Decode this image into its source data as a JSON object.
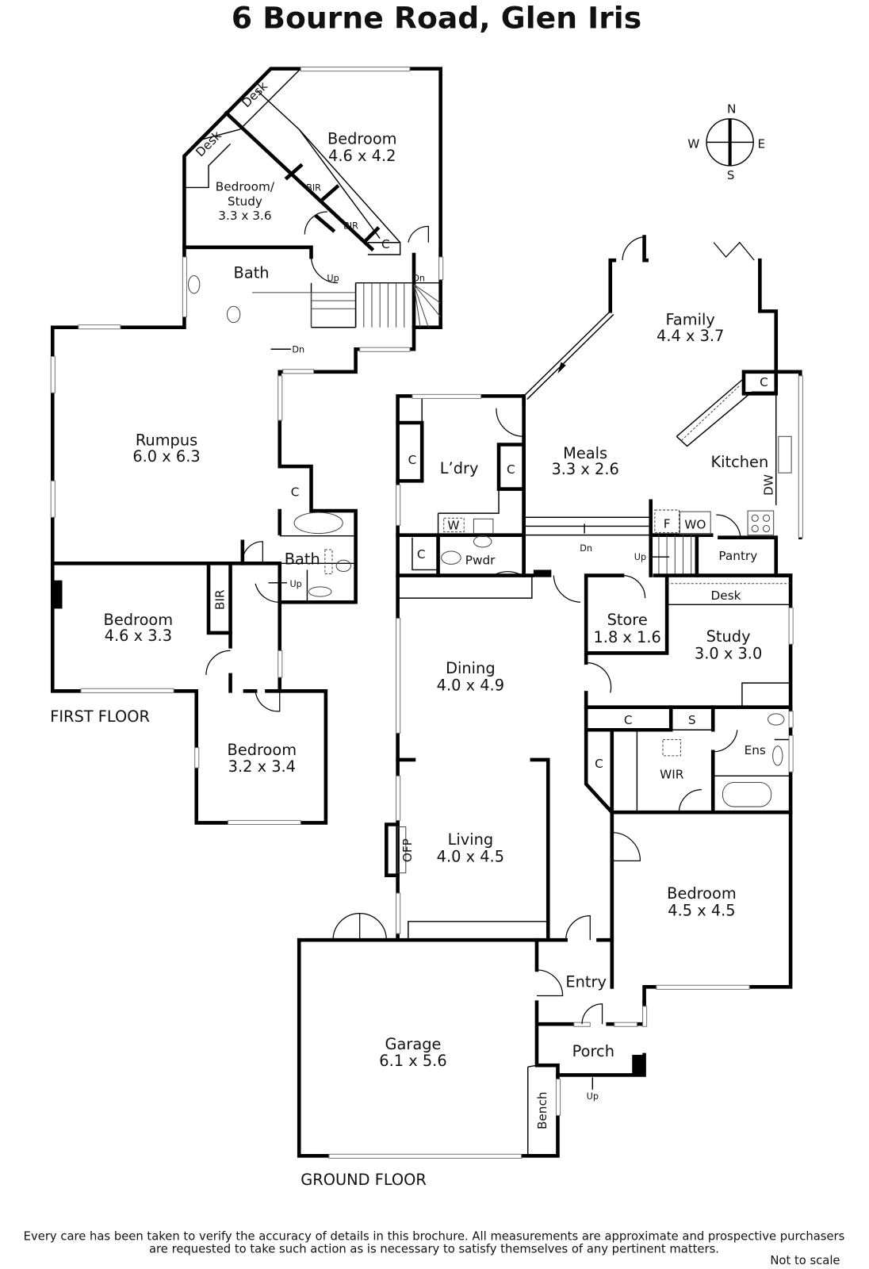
{
  "title": "6 Bourne Road, Glen Iris",
  "floors": {
    "first": "FIRST FLOOR",
    "ground": "GROUND FLOOR"
  },
  "compass": {
    "n": "N",
    "e": "E",
    "s": "S",
    "w": "W"
  },
  "rooms": {
    "bedroom_top": {
      "name": "Bedroom",
      "size": "4.6 x 4.2"
    },
    "bedroom_study": {
      "name": "Bedroom/",
      "name2": "Study",
      "size": "3.3 x 3.6"
    },
    "bath_top": {
      "name": "Bath"
    },
    "rumpus": {
      "name": "Rumpus",
      "size": "6.0 x 6.3"
    },
    "bath_first": {
      "name": "Bath"
    },
    "bedroom_46": {
      "name": "Bedroom",
      "size": "4.6 x 3.3"
    },
    "bedroom_32": {
      "name": "Bedroom",
      "size": "3.2 x 3.4"
    },
    "family": {
      "name": "Family",
      "size": "4.4 x 3.7"
    },
    "meals": {
      "name": "Meals",
      "size": "3.3 x 2.6"
    },
    "laundry": {
      "name": "L’dry"
    },
    "kitchen": {
      "name": "Kitchen"
    },
    "powder": {
      "name": "Pwdr"
    },
    "pantry": {
      "name": "Pantry"
    },
    "store": {
      "name": "Store",
      "size": "1.8 x 1.6"
    },
    "study": {
      "name": "Study",
      "size": "3.0 x 3.0"
    },
    "dining": {
      "name": "Dining",
      "size": "4.0 x 4.9"
    },
    "living": {
      "name": "Living",
      "size": "4.0 x 4.5"
    },
    "wir": {
      "name": "WIR"
    },
    "ensuite": {
      "name": "Ens"
    },
    "bedroom_45": {
      "name": "Bedroom",
      "size": "4.5 x 4.5"
    },
    "entry": {
      "name": "Entry"
    },
    "porch": {
      "name": "Porch"
    },
    "garage": {
      "name": "Garage",
      "size": "6.1 x 5.6"
    }
  },
  "fixtures": {
    "desk": "Desk",
    "bir": "BIR",
    "cupboard": "C",
    "washer": "W",
    "fridge": "F",
    "wall_oven": "WO",
    "dishwasher": "DW",
    "shelves": "S",
    "fireplace": "OFP",
    "bench": "Bench",
    "up": "Up",
    "down": "Dn"
  },
  "disclaimer": {
    "line1": "Every care has been taken to verify the accuracy of details in this brochure.  All measurements are approximate and prospective purchasers",
    "line2": "are requested to take such action as is necessary to satisfy themselves of any pertinent matters.",
    "not_to_scale": "Not to scale"
  }
}
